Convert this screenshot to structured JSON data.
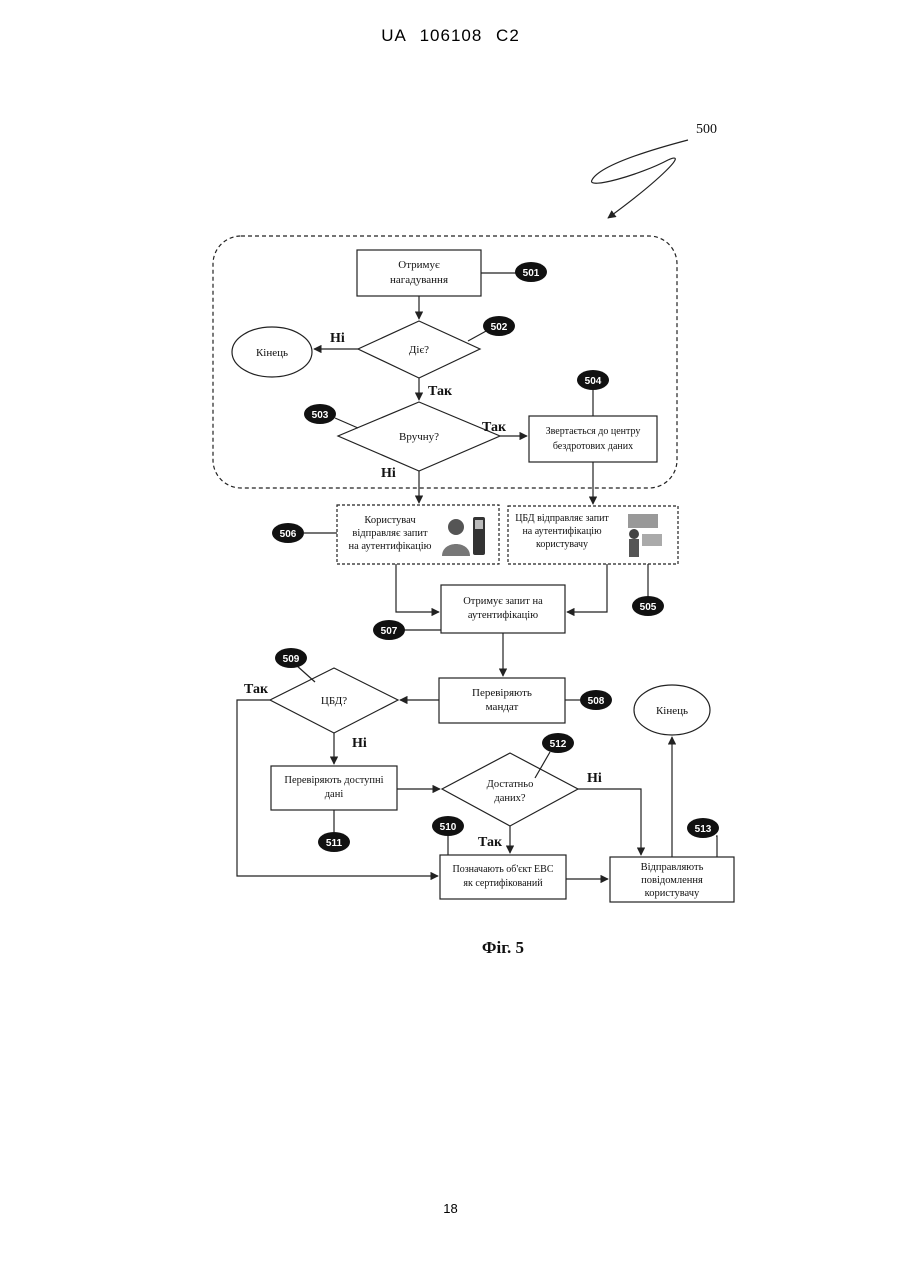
{
  "header": {
    "patent": "UA   106108   C2"
  },
  "footer": {
    "page_number": "18"
  },
  "figure": {
    "ref": "500",
    "caption": "Фіг. 5",
    "steps": {
      "s501": {
        "num": "501",
        "l1": "Отримує",
        "l2": "нагадування"
      },
      "s502": {
        "num": "502",
        "l1": "Діє?"
      },
      "s503": {
        "num": "503",
        "l1": "Вручну?"
      },
      "s504": {
        "num": "504",
        "l1": "Звертається до центру",
        "l2": "бездротових даних"
      },
      "s505": {
        "num": "505",
        "l1": "ЦБД відправляє запит",
        "l2": "на аутентифікацію",
        "l3": "користувачу"
      },
      "s506": {
        "num": "506",
        "l1": "Користувач",
        "l2": "відправляє запит",
        "l3": "на аутентифікацію"
      },
      "s507": {
        "num": "507",
        "l1": "Отримує запит на",
        "l2": "аутентифікацію"
      },
      "s508": {
        "num": "508",
        "l1": "Перевіряють",
        "l2": "мандат"
      },
      "s509": {
        "num": "509",
        "l1": "ЦБД?"
      },
      "s510": {
        "num": "510",
        "l1": "Позначають об'єкт ЕВС",
        "l2": "як сертифікований"
      },
      "s511": {
        "num": "511",
        "l1": "Перевіряють доступні",
        "l2": "дані"
      },
      "s512": {
        "num": "512",
        "l1": "Достатньо",
        "l2": "даних?"
      },
      "s513": {
        "num": "513",
        "l1": "Відправляють",
        "l2": "повідомлення",
        "l3": "користувачу"
      }
    },
    "end_label": "Кінець",
    "end_label_2": "Кінець",
    "labels": {
      "no_502": "Ні",
      "yes_502": "Так",
      "yes_503": "Так",
      "no_503": "Ні",
      "yes_509": "Так",
      "no_509": "Ні",
      "no_512": "Ні",
      "yes_512": "Так"
    }
  }
}
